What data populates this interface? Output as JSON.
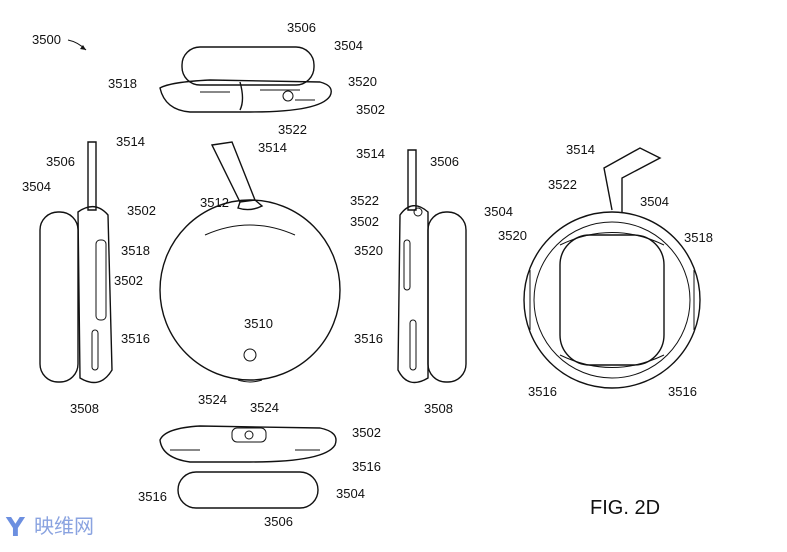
{
  "figure": {
    "caption": "FIG. 2D",
    "reference": "3500",
    "labels": [
      "3506",
      "3504",
      "3518",
      "3520",
      "3502",
      "3522",
      "3514",
      "3514",
      "3506",
      "3504",
      "3502",
      "3518",
      "3502",
      "3516",
      "3508",
      "3512",
      "3510",
      "3524",
      "3514",
      "3506",
      "3522",
      "3504",
      "3502",
      "3520",
      "3516",
      "3508",
      "3514",
      "3522",
      "3504",
      "3520",
      "3518",
      "3516",
      "3516",
      "3524",
      "3502",
      "3516",
      "3516",
      "3504",
      "3506"
    ]
  },
  "watermark": {
    "text": "映维网",
    "logo_letter": "Y"
  }
}
